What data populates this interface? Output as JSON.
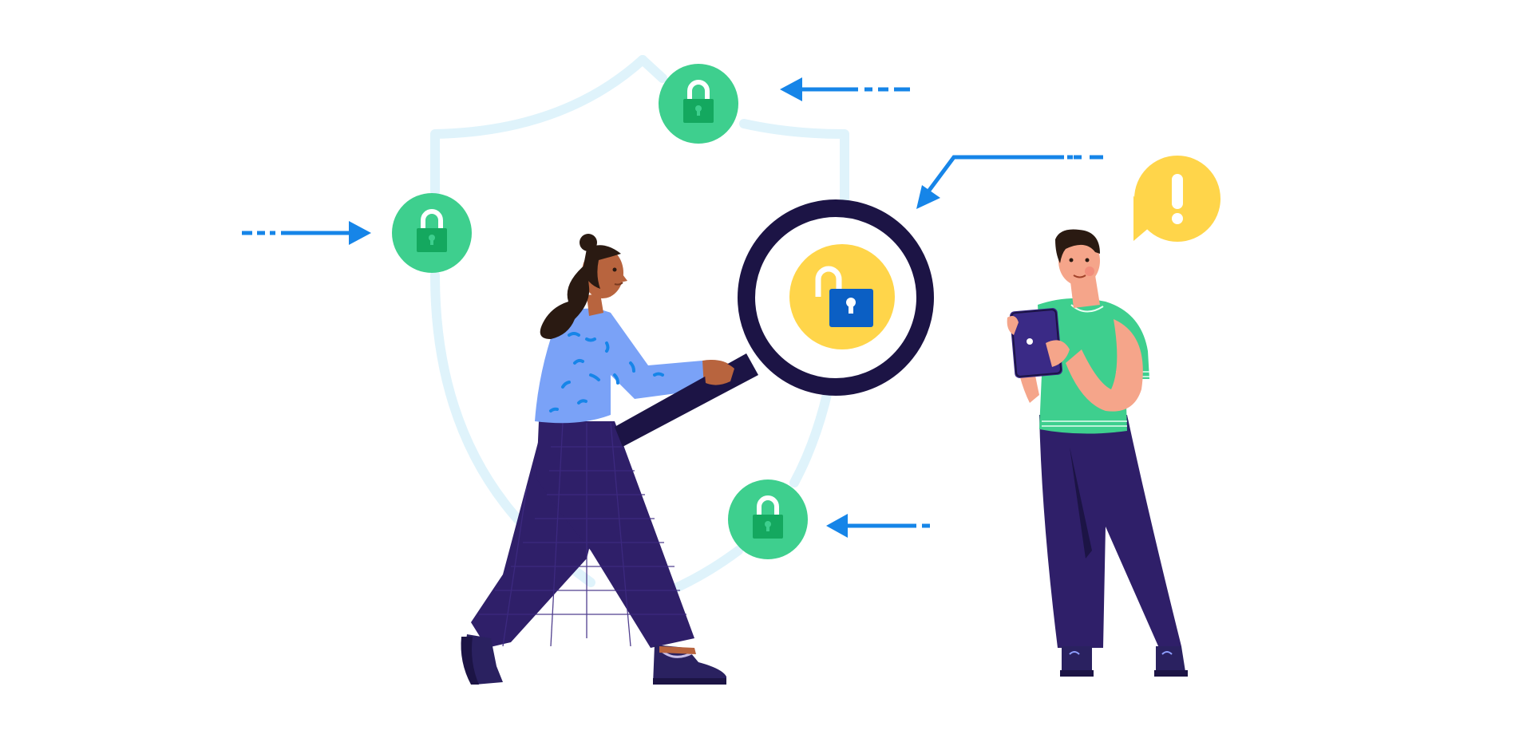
{
  "illustration": {
    "background_color": "#ffffff",
    "colors": {
      "shield_outline": "#dff3fb",
      "lock_badge": "#3ecf8e",
      "lock_body": "#14a85f",
      "lock_shackle": "#ffffff",
      "arrow": "#1685e8",
      "magnifier_frame": "#1c1445",
      "alert_lock_badge": "#ffd54a",
      "alert_lock_body": "#0b5fc4",
      "alert_bubble": "#ffd54a",
      "navy_clothing": "#2f1f69",
      "blue_top": "#7aa2f7",
      "green_shirt": "#3ecf8e",
      "tablet": "#3a2a86",
      "skin_dark": "#b8643e",
      "skin_light": "#f5a58a",
      "hair": "#2a1a12"
    },
    "elements": [
      {
        "icon": "shield-outline-icon"
      },
      {
        "icon": "padlock-locked-icon",
        "state": "locked",
        "count": 3
      },
      {
        "icon": "padlock-unlocked-icon",
        "state": "unlocked"
      },
      {
        "icon": "magnifying-glass-icon"
      },
      {
        "icon": "exclamation-speech-bubble-icon"
      },
      {
        "icon": "arrow-icon",
        "count": 4
      },
      {
        "icon": "woman-inspecting-figure"
      },
      {
        "icon": "man-with-tablet-figure"
      }
    ]
  }
}
